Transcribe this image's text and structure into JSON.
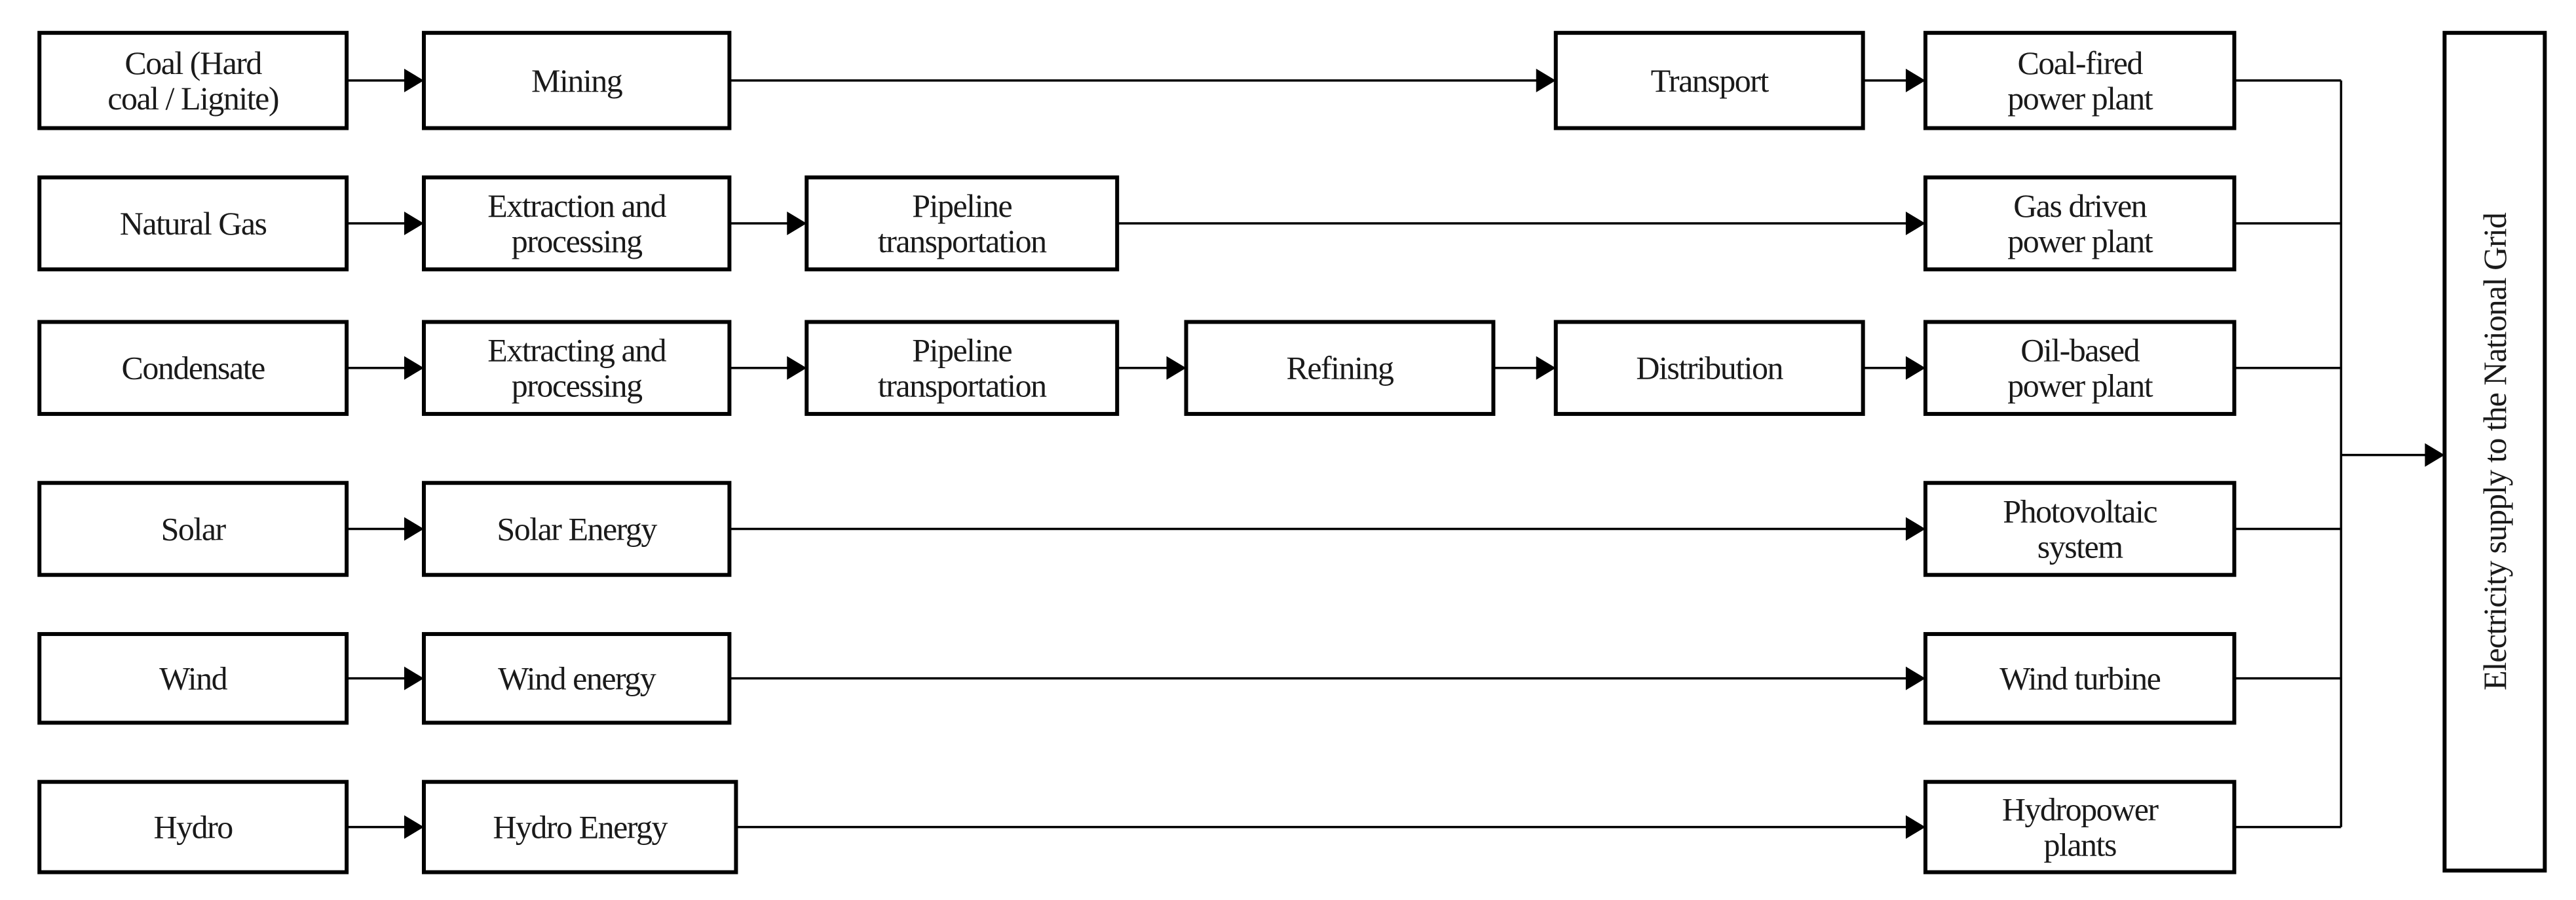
{
  "rows": [
    {
      "id": "coal",
      "steps": [
        {
          "id": "coal-source",
          "lines": [
            "Coal (Hard",
            "coal / Lignite)"
          ]
        },
        {
          "id": "coal-mining",
          "lines": [
            "Mining"
          ]
        },
        {
          "id": "coal-transport",
          "lines": [
            "Transport"
          ]
        },
        {
          "id": "coal-plant",
          "lines": [
            "Coal-fired",
            "power plant"
          ]
        }
      ]
    },
    {
      "id": "gas",
      "steps": [
        {
          "id": "gas-source",
          "lines": [
            "Natural Gas"
          ]
        },
        {
          "id": "gas-extraction",
          "lines": [
            "Extraction and",
            "processing"
          ]
        },
        {
          "id": "gas-pipeline",
          "lines": [
            "Pipeline",
            "transportation"
          ]
        },
        {
          "id": "gas-plant",
          "lines": [
            "Gas driven",
            "power plant"
          ]
        }
      ]
    },
    {
      "id": "condensate",
      "steps": [
        {
          "id": "condensate-source",
          "lines": [
            "Condensate"
          ]
        },
        {
          "id": "condensate-extracting",
          "lines": [
            "Extracting and",
            "processing"
          ]
        },
        {
          "id": "condensate-pipeline",
          "lines": [
            "Pipeline",
            "transportation"
          ]
        },
        {
          "id": "condensate-refining",
          "lines": [
            "Refining"
          ]
        },
        {
          "id": "condensate-distribution",
          "lines": [
            "Distribution"
          ]
        },
        {
          "id": "condensate-plant",
          "lines": [
            "Oil-based",
            "power plant"
          ]
        }
      ]
    },
    {
      "id": "solar",
      "steps": [
        {
          "id": "solar-source",
          "lines": [
            "Solar"
          ]
        },
        {
          "id": "solar-energy",
          "lines": [
            "Solar Energy"
          ]
        },
        {
          "id": "solar-plant",
          "lines": [
            "Photovoltaic",
            "system"
          ]
        }
      ]
    },
    {
      "id": "wind",
      "steps": [
        {
          "id": "wind-source",
          "lines": [
            "Wind"
          ]
        },
        {
          "id": "wind-energy",
          "lines": [
            "Wind energy"
          ]
        },
        {
          "id": "wind-plant",
          "lines": [
            "Wind turbine"
          ]
        }
      ]
    },
    {
      "id": "hydro",
      "steps": [
        {
          "id": "hydro-source",
          "lines": [
            "Hydro"
          ]
        },
        {
          "id": "hydro-energy",
          "lines": [
            "Hydro Energy"
          ]
        },
        {
          "id": "hydro-plant",
          "lines": [
            "Hydropower",
            "plants"
          ]
        }
      ]
    }
  ],
  "output": {
    "label": "Electricity supply to the National Grid"
  }
}
